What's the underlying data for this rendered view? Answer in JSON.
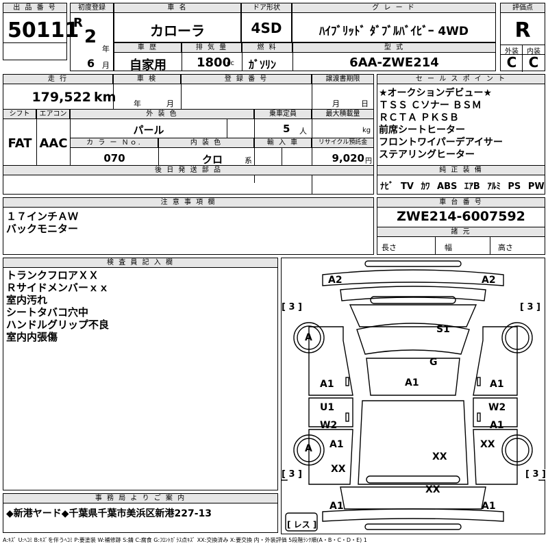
{
  "header": {
    "lot_no_label": "出 品 番 号",
    "lot_no": "50111",
    "first_reg_label": "初度登録",
    "era": "R",
    "year": "2",
    "year_unit": "年",
    "month": "6",
    "month_unit": "月",
    "model_label": "車 名",
    "model": "カローラ",
    "doors_label": "ドア形状",
    "doors": "4SD",
    "grade_label": "グ レ ー ド",
    "grade": "ﾊｲﾌﾞﾘｯﾄﾞ ﾀﾞﾌﾞﾙﾊﾞｲﾋﾞｰ 4WD",
    "score_label": "評価点",
    "score": "R",
    "history_label": "車 歴",
    "history": "自家用",
    "displacement_label": "排 気 量",
    "displacement": "1800",
    "displacement_unit": "cc",
    "fuel_label": "燃 料",
    "fuel": "ｶﾞｿﾘﾝ",
    "type_label": "型 式",
    "type": "6AA-ZWE214",
    "ext_label": "外装",
    "ext": "C",
    "int_label": "内装",
    "int": "C"
  },
  "row2": {
    "mileage_label": "走 行",
    "mileage": "179,522",
    "mileage_unit": "km",
    "inspection_label": "車 検",
    "inspection_year_unit": "年",
    "inspection_month_unit": "月",
    "plate_label": "登 録 番 号",
    "transfer_label": "譲渡書期限",
    "transfer_month_unit": "月",
    "transfer_day_unit": "日",
    "shift_label": "シフト",
    "shift": "FAT",
    "ac_label": "エアコン",
    "ac": "AAC",
    "color_label": "外 装 色",
    "color": "パール",
    "capacity_label": "乗車定員",
    "capacity": "5",
    "capacity_unit": "人",
    "max_load_label": "最大積載量",
    "max_load_unit": "kg",
    "color_no_label": "カ ラ ー Ｎｏ.",
    "color_no": "070",
    "int_color_label": "内 装 色",
    "int_color": "クロ",
    "int_color_unit": "系",
    "import_label": "輸 入 車",
    "recycle_label": "リサイクル預託金",
    "recycle": "9,020",
    "recycle_unit": "円",
    "later_parts_label": "後 日 発 送 部 品"
  },
  "sales_points": {
    "label": "セ ー ル ス ポ イ ン ト",
    "lines": [
      "★オークションデビュー★",
      "ＴＳＳ Ｃソナー ＢＳＭ",
      "ＲＣＴＡ ＰＫＳＢ",
      "前席シートヒーター",
      "フロントワイパーデアイサー",
      "ステアリングヒーター"
    ]
  },
  "equipment": {
    "label": "純 正 装 備",
    "items": [
      "ﾅﾋﾞ",
      "TV",
      "ｶﾜ",
      "ABS",
      "ｴｱB",
      "ｱﾙﾐ",
      "PS",
      "PW"
    ]
  },
  "notes": {
    "label": "注 意 事 項 欄",
    "lines": [
      "１７インチＡＷ",
      "バックモニター"
    ]
  },
  "chassis": {
    "label": "車 台 番 号",
    "value": "ZWE214-6007592",
    "specs_label": "諸 元",
    "length_label": "長さ",
    "width_label": "幅",
    "height_label": "高さ"
  },
  "inspector": {
    "label": "検 査 員 記 入 欄",
    "lines": [
      "トランクフロアＸＸ",
      "Ｒサイドメンバーｘｘ",
      "室内汚れ",
      "シートタバコ穴中",
      "ハンドルグリップ不良",
      "室内内張傷"
    ]
  },
  "office": {
    "label": "事 務 局 よ り ご 案 内",
    "text": "◆新港ヤード◆千葉県千葉市美浜区新港227-13"
  },
  "diagram": {
    "marks": {
      "a2_left": "A2",
      "a2_right": "A2",
      "tire_fl": "[ 3 ]",
      "tire_fr": "[ 3 ]",
      "tire_rl": "[ 3 ]",
      "tire_rr": "[ 3 ]",
      "wheel_fl": "A",
      "wheel_rl": "A",
      "s1": "S1",
      "g": "G",
      "a1_roof": "A1",
      "a1_ld": "A1",
      "u1": "U1",
      "w2_l": "W2",
      "a1_lr": "A1",
      "a1_rd": "A1",
      "w2_r": "W2",
      "a1_rr": "A1",
      "xx_rq_r": "XX",
      "xx_trunk": "XX",
      "xx_rq_l": "XX",
      "xx_bumper": "XX",
      "a1_bl": "A1",
      "a1_br": "A1",
      "spare": "[ レス ]"
    }
  },
  "legend": "A:ｷｽﾞ U:ﾍｺﾐ B:ｷｽﾞを伴うﾍｺﾐ P:要塗装 W:補修跡 S:錆 C:腐食 G:ﾌﾛﾝﾄｶﾞﾗｽ点ｷｽﾞ XX:交換済み X:要交換 内・外装評価 5段階ﾗﾝｸ順(A・B・C・D・E) 1"
}
